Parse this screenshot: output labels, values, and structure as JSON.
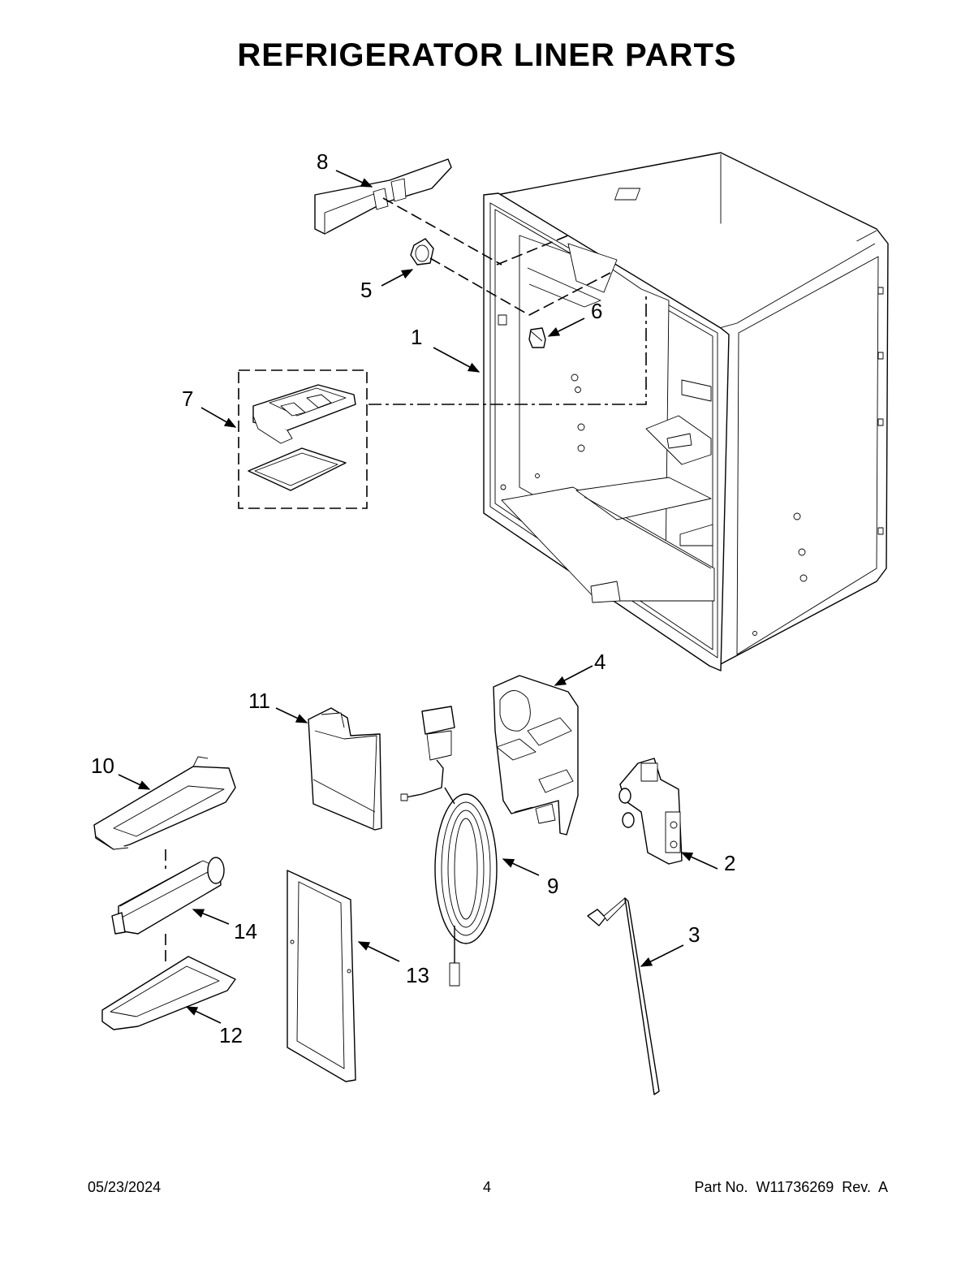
{
  "title": "REFRIGERATOR LINER PARTS",
  "callouts": [
    "1",
    "2",
    "3",
    "4",
    "5",
    "6",
    "7",
    "8",
    "9",
    "10",
    "11",
    "12",
    "13",
    "14"
  ],
  "footer": {
    "date": "05/23/2024",
    "page": "4",
    "part_no": "Part No.  W11736269  Rev.  A"
  }
}
